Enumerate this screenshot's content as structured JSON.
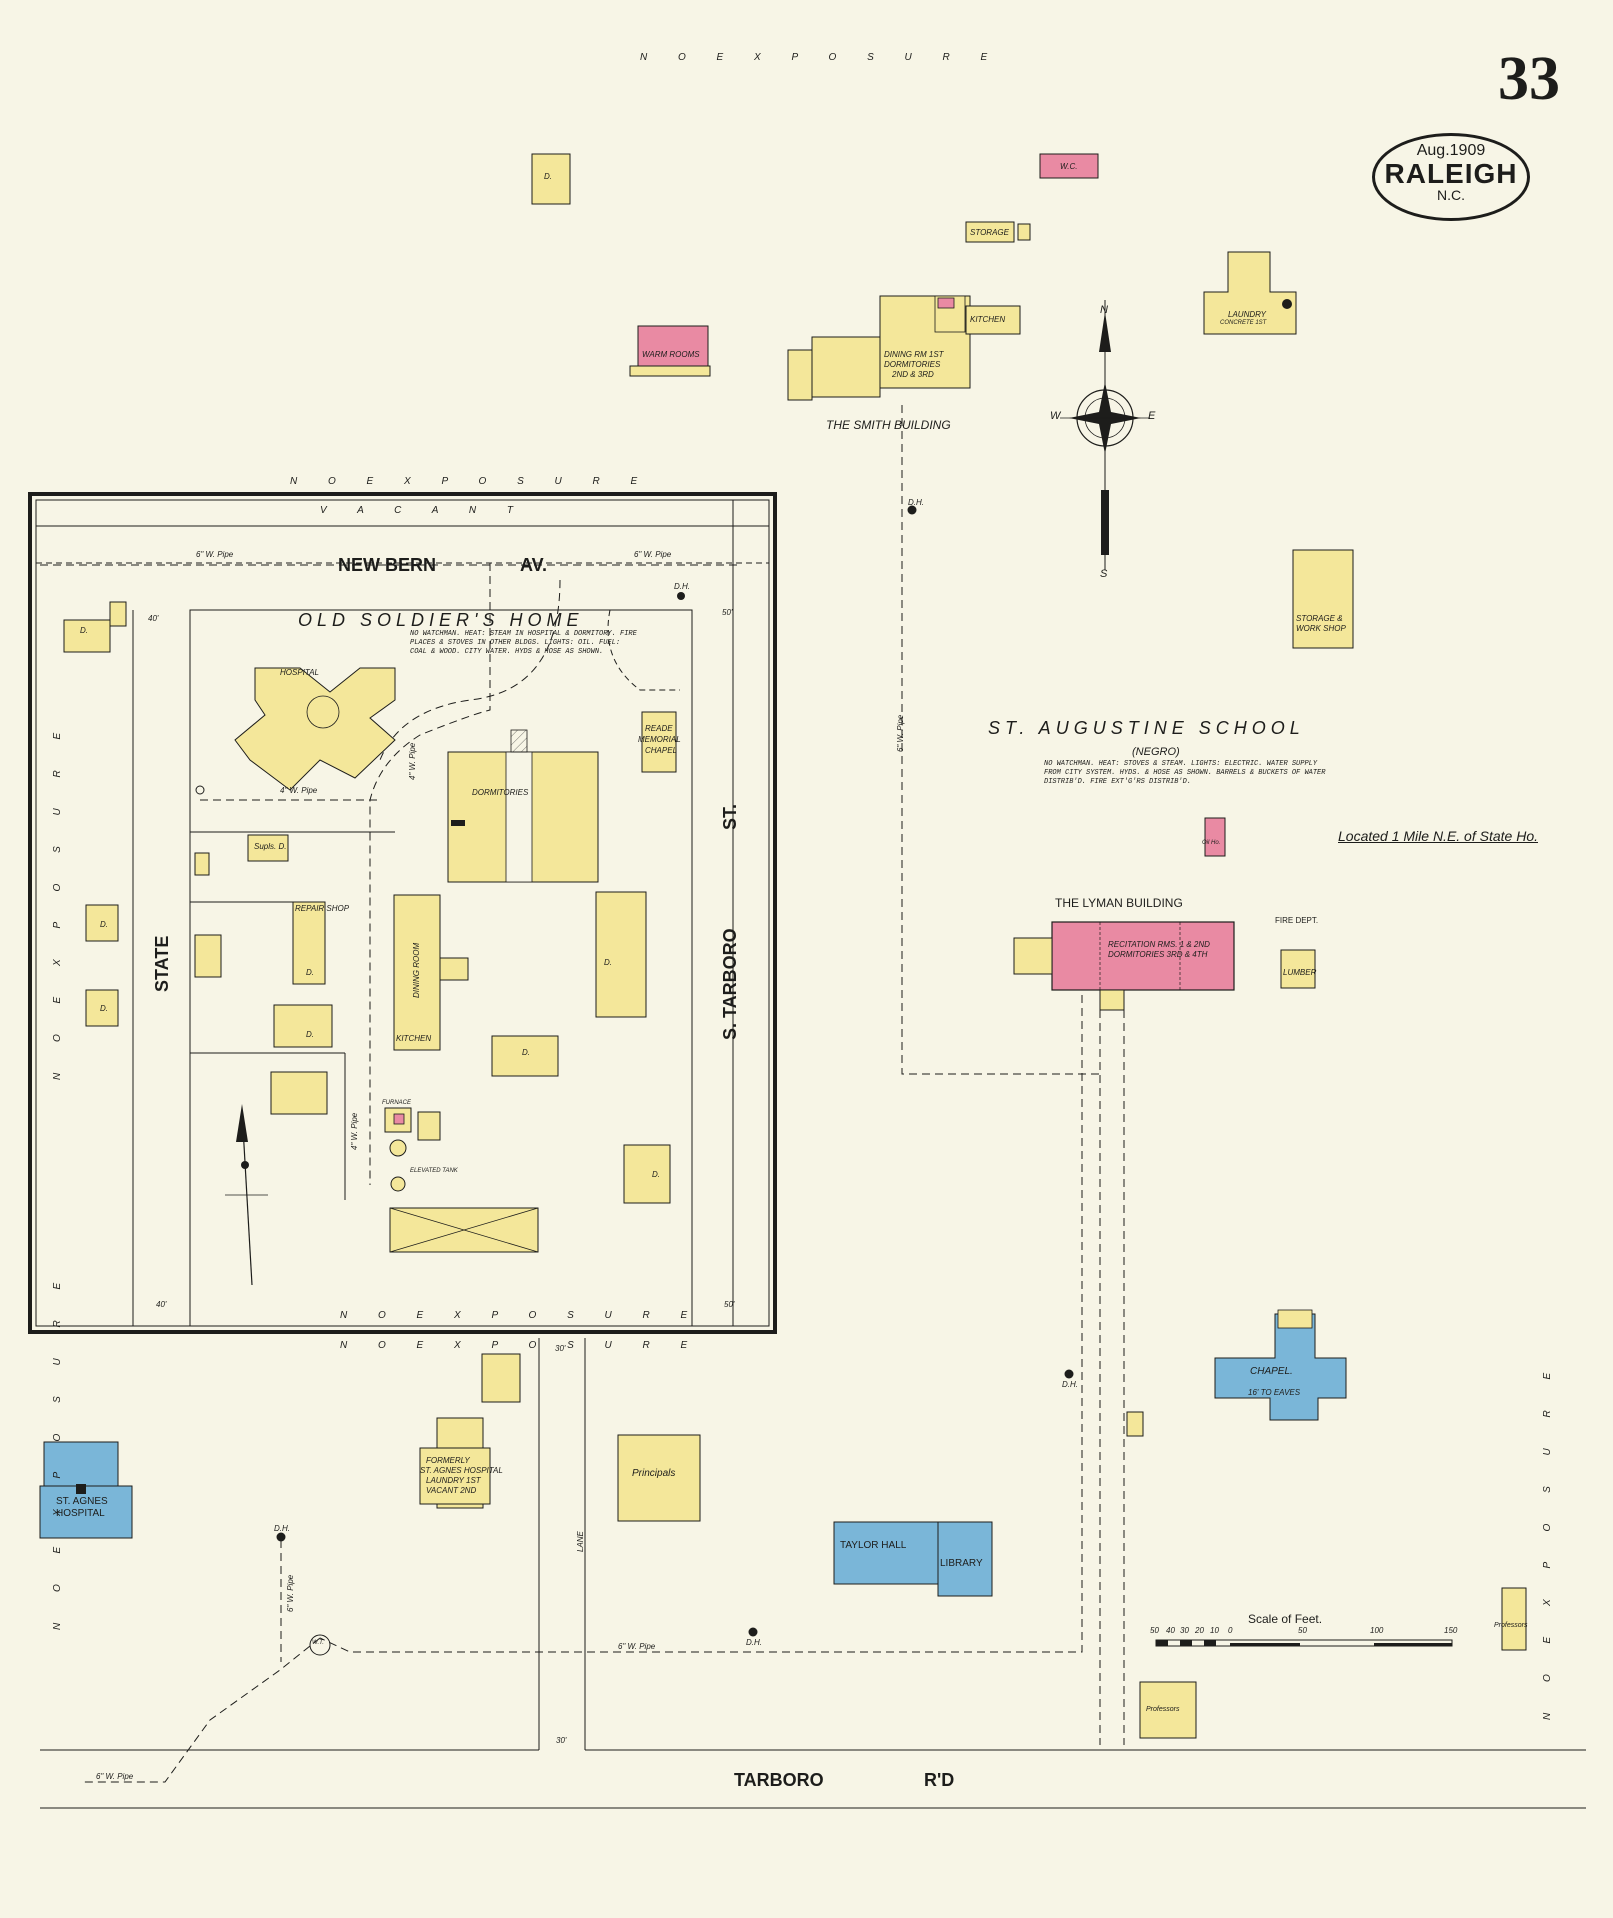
{
  "sheet": {
    "number": "33",
    "date": "Aug.1909",
    "city": "RALEIGH",
    "state": "N.C."
  },
  "colors": {
    "paper": "#f7f5e6",
    "frame_dwelling": "#f4e79a",
    "brick": "#e98aa3",
    "stone": "#7ab6d8",
    "ink": "#1d1d1b"
  },
  "labels": {
    "no_exposure": "N O   E X P O S U R E",
    "no_exposure_inset": "N O   E X P O S U R E",
    "no_exposure_bottom": "N O   E X P O S U R E",
    "no_exposure_lower": "N O   E X P O S U R E",
    "vacant": "V A C A N T",
    "smith_building": "THE SMITH BUILDING",
    "lyman_building": "THE LYMAN BUILDING",
    "old_soldiers_home": "OLD SOLDIER'S HOME",
    "soldiers_home_note": "NO WATCHMAN. HEAT: STEAM IN HOSPITAL & DORMITORY. FIRE PLACES & STOVES IN OTHER BLDGS. LIGHTS: OIL. FUEL: COAL & WOOD. CITY WATER. HYDS & HOSE AS SHOWN.",
    "school_title": "ST. AUGUSTINE SCHOOL",
    "school_sub": "(NEGRO)",
    "school_note": "NO WATCHMAN. HEAT: STOVES & STEAM. LIGHTS: ELECTRIC. WATER SUPPLY FROM CITY SYSTEM. HYDS. & HOSE AS SHOWN. BARRELS & BUCKETS OF WATER DISTRIB'D. FIRE EXT'G'RS DISTRIB'D.",
    "located": "Located 1 Mile N.E. of State Ho.",
    "scale_title": "Scale of Feet.",
    "scale_ticks": [
      "50",
      "40",
      "30",
      "20",
      "10",
      "0",
      "50",
      "100",
      "150"
    ]
  },
  "streets": [
    {
      "id": "new-bern-av",
      "name": "NEW BERN",
      "suffix": "AV."
    },
    {
      "id": "state-st",
      "name": "STATE"
    },
    {
      "id": "s-tarboro-st",
      "name": "S. TARBORO",
      "suffix": "ST."
    },
    {
      "id": "tarboro-rd",
      "name": "TARBORO",
      "suffix": "R'D"
    },
    {
      "id": "lane",
      "name": "LANE"
    }
  ],
  "buildings": {
    "hospital": "HOSPITAL",
    "dormitories": "DORMITORIES",
    "reade_chapel_1": "READE",
    "reade_chapel_2": "MEMORIAL",
    "reade_chapel_3": "CHAPEL",
    "dining_room": "DINING ROOM",
    "kitchen_sh": "KITCHEN",
    "supls": "Supls. D.",
    "repair_shop": "REPAIR SHOP",
    "furnace": "FURNACE",
    "elevated_tank": "ELEVATED TANK",
    "laundry_1": "LAUNDRY",
    "laundry_2": "CONCRETE 1ST",
    "storage_top": "STORAGE",
    "wc": "W.C.",
    "warm_rooms": "WARM ROOMS",
    "dining_dorm_1": "DINING RM 1ST",
    "dining_dorm_2": "DORMITORIES",
    "dining_dorm_3": "2ND & 3RD",
    "kitchen": "KITCHEN",
    "storage_work_1": "STORAGE &",
    "storage_work_2": "WORK SHOP",
    "oil_ho": "Oil Ho.",
    "recitation_1": "RECITATION RMS. 1 & 2ND",
    "recitation_2": "DORMITORIES 3RD & 4TH",
    "fire_dept": "FIRE DEPT.",
    "lumber": "LUMBER",
    "chapel": "CHAPEL.",
    "chapel_sub": "16' TO EAVES",
    "st_agnes_1": "ST. AGNES",
    "st_agnes_2": "HOSPITAL",
    "formerly_1": "FORMERLY",
    "formerly_2": "ST. AGNES HOSPITAL",
    "formerly_3": "LAUNDRY 1ST",
    "formerly_4": "VACANT 2ND",
    "principals": "Principals",
    "taylor_hall": "TAYLOR HALL",
    "library": "LIBRARY",
    "professors_1": "Professors",
    "professors_2": "Professors",
    "dh": "D.H.",
    "wt": "W.T.",
    "gw_pipe": "6\" W. Pipe",
    "four_w_pipe": "4\" W. Pipe",
    "d": "D.",
    "dist_30": "30'",
    "dist_40": "40'",
    "dist_50": "50'"
  },
  "compass": {
    "n": "N",
    "s": "S",
    "e": "E",
    "w": "W"
  }
}
